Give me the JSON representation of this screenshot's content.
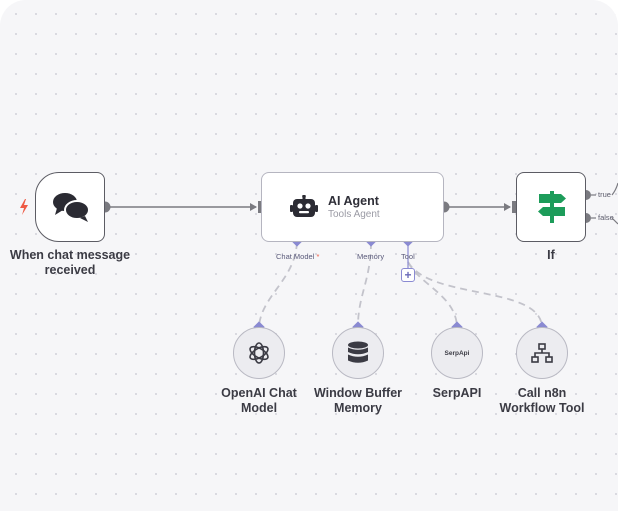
{
  "nodes": {
    "chat_trigger": {
      "label_line1": "When chat message",
      "label_line2": "received",
      "icon": "chat-bubbles-icon",
      "trigger_icon": "lightning-icon"
    },
    "ai_agent": {
      "title": "AI Agent",
      "subtitle": "Tools Agent",
      "icon": "robot-icon"
    },
    "if_node": {
      "label": "If",
      "icon": "signpost-icon",
      "outputs": [
        "true",
        "false"
      ]
    },
    "openai": {
      "label_line1": "OpenAI Chat",
      "label_line2": "Model",
      "icon": "openai-icon"
    },
    "memory": {
      "label_line1": "Window Buffer",
      "label_line2": "Memory",
      "icon": "database-icon"
    },
    "serpapi": {
      "label": "SerpAPI",
      "icon_text": "SerpApi"
    },
    "workflow_tool": {
      "label_line1": "Call n8n",
      "label_line2": "Workflow Tool",
      "icon": "sitemap-icon"
    }
  },
  "ports": {
    "chat_model": "Chat Model",
    "required_mark": "*",
    "memory": "Memory",
    "tool": "Tool",
    "add_tool": "+"
  },
  "colors": {
    "edge": "#7a7a80",
    "sub_edge": "#c3c3cb",
    "port_diamond": "#8a8ad2",
    "if_green": "#1d9c5a",
    "trigger_orange": "#ee5a44",
    "node_border": "#5c5c64"
  }
}
